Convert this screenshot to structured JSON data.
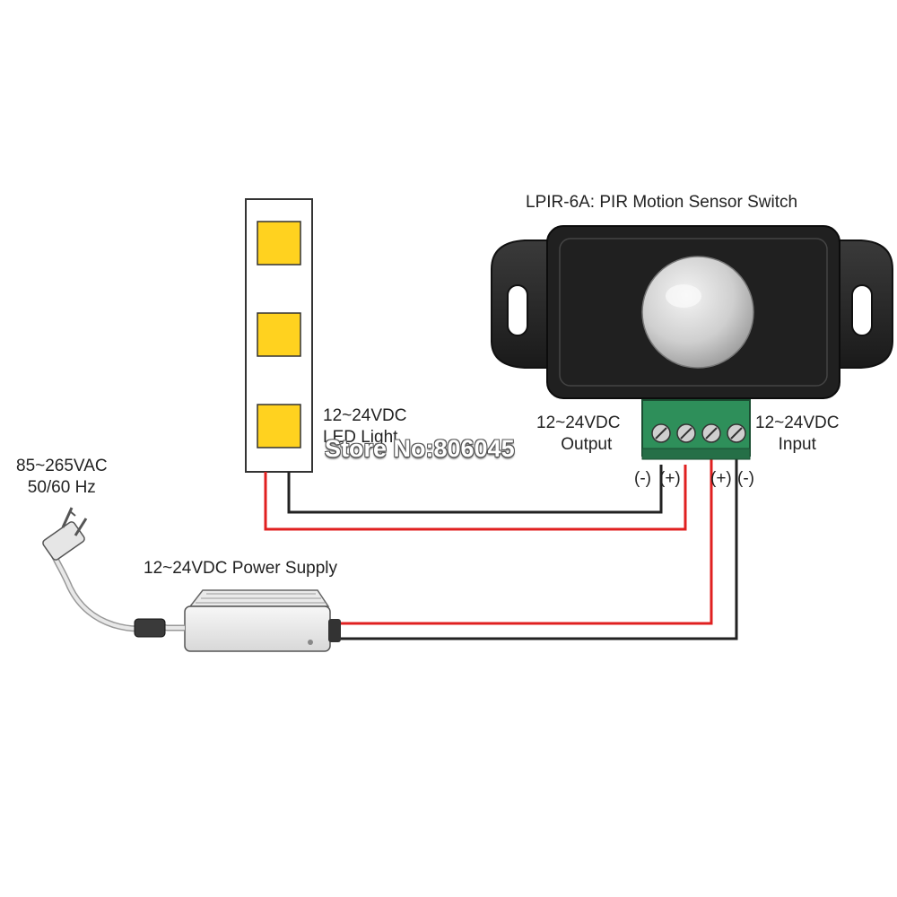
{
  "device_title": "LPIR-6A: PIR Motion Sensor Switch",
  "led": {
    "line1": "12~24VDC",
    "line2": "LED Light"
  },
  "output": {
    "line1": "12~24VDC",
    "line2": "Output"
  },
  "input": {
    "line1": "12~24VDC",
    "line2": "Input"
  },
  "mains": {
    "line1": "85~265VAC",
    "line2": "50/60 Hz"
  },
  "power_supply": "12~24VDC Power Supply",
  "terminals": {
    "out_neg": "(-)",
    "out_pos": "(+)",
    "in_pos": "(+)",
    "in_neg": "(-)"
  },
  "watermark": "Store No:806045",
  "colors": {
    "positive_wire": "#e02020",
    "negative_wire": "#222222",
    "led_chip": "#ffd21f",
    "terminal_block": "#2e8f5a",
    "sensor_body": "#2b2b2b"
  }
}
